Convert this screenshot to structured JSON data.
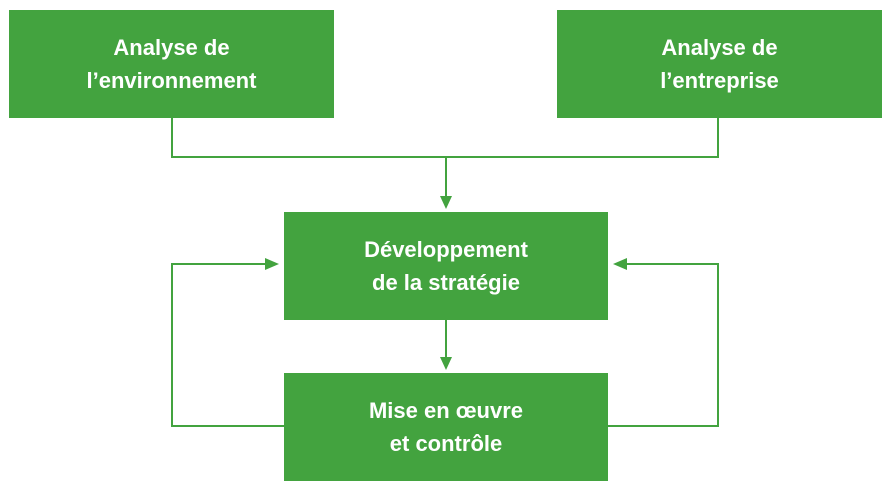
{
  "colors": {
    "box_fill": "#43a33f",
    "box_text": "#ffffff",
    "connector": "#43a33f"
  },
  "boxes": {
    "environment": {
      "line1": "Analyse de",
      "line2": "l’environnement"
    },
    "enterprise": {
      "line1": "Analyse de",
      "line2": "l’entreprise"
    },
    "strategy": {
      "line1": "Développement",
      "line2": "de la stratégie"
    },
    "implementation": {
      "line1": "Mise en œuvre",
      "line2": "et contrôle"
    }
  }
}
